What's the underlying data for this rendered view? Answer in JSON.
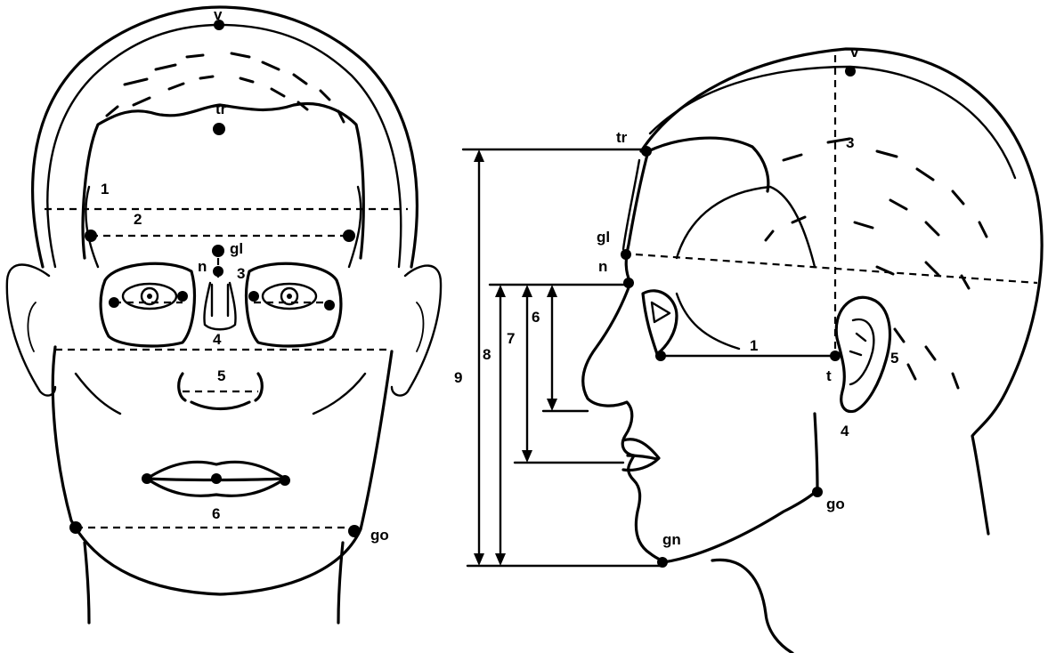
{
  "front_view": {
    "landmarks": {
      "vertex": "v",
      "trichion": "tr",
      "glabella": "gl",
      "nasion": "n",
      "gonion": "go"
    },
    "measurements": [
      "1",
      "2",
      "3",
      "4",
      "5",
      "6"
    ]
  },
  "profile_view": {
    "landmarks": {
      "vertex": "v",
      "trichion": "tr",
      "glabella": "gl",
      "nasion": "n",
      "tragion": "t",
      "gonion": "go",
      "gnathion": "gn"
    },
    "measurements": [
      "1",
      "3",
      "4",
      "5"
    ],
    "vertical_measurements": [
      "6",
      "7",
      "8",
      "9"
    ]
  }
}
